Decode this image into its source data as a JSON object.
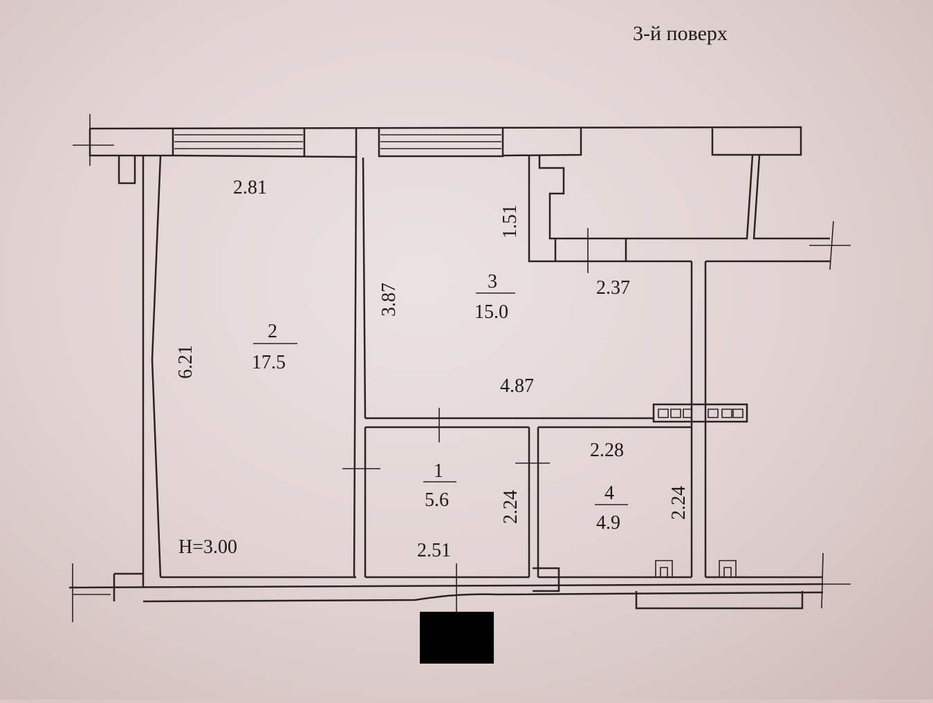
{
  "title": "3-й поверх",
  "rooms": [
    {
      "number": "1",
      "area": "5.6"
    },
    {
      "number": "2",
      "area": "17.5"
    },
    {
      "number": "3",
      "area": "15.0"
    },
    {
      "number": "4",
      "area": "4.9"
    }
  ],
  "dimensions": {
    "room2_width": "2.81",
    "room2_length": "6.21",
    "room3_depth": "3.87",
    "niche_depth": "1.51",
    "corridor_width": "2.37",
    "room3_width": "4.87",
    "room4_width": "2.28",
    "room1_depth": "2.24",
    "room4_depth": "2.24",
    "room1_width": "2.51"
  },
  "ceiling_height": "H=3.00"
}
